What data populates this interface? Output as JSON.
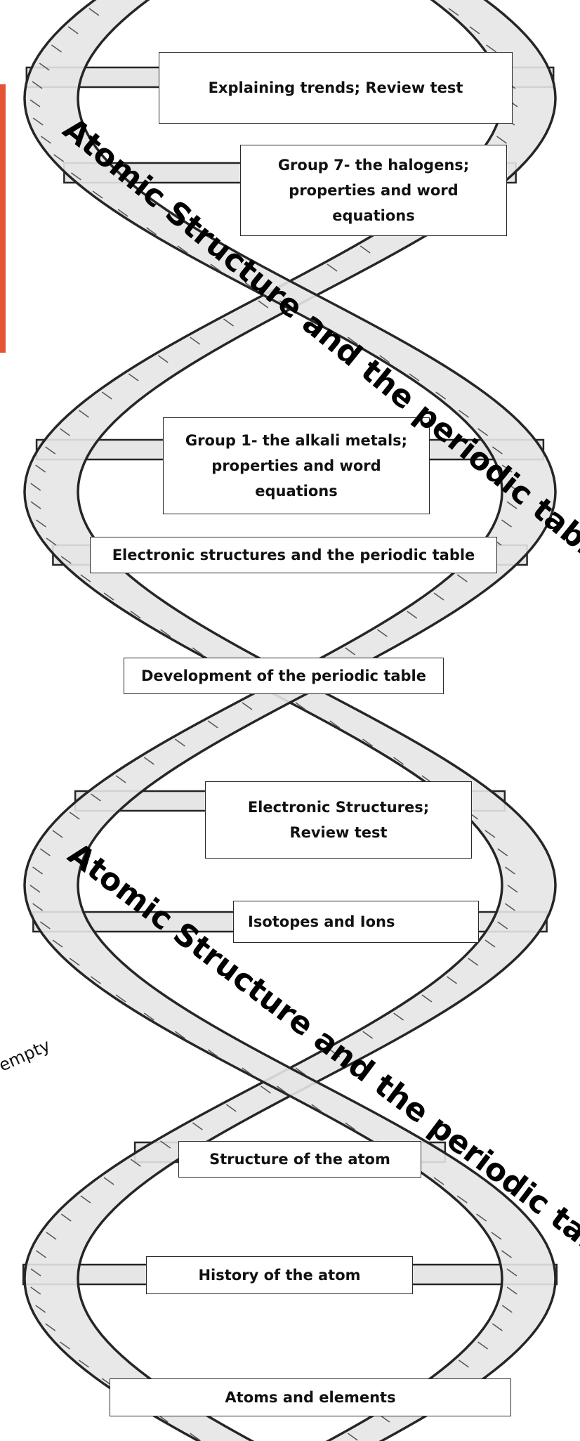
{
  "topics": [
    {
      "label": "Explaining trends; Review test"
    },
    {
      "label": "Group 7- the halogens; properties and  word equations"
    },
    {
      "label": "Group 1- the alkali metals; properties and word equations"
    },
    {
      "label": "Electronic structures and the periodic table"
    },
    {
      "label": "Development of the periodic table"
    },
    {
      "label": "Electronic Structures; Review test"
    },
    {
      "label": "Isotopes and Ions"
    },
    {
      "label": "Structure of the atom"
    },
    {
      "label": "History of the atom"
    },
    {
      "label": "Atoms and elements"
    }
  ],
  "banners": {
    "upper": "Atomic Structure and the periodic table",
    "lower": "Atomic Structure and the periodic table"
  },
  "stray_text": "empty",
  "colors": {
    "strand_fill": "#e6e6e6",
    "strand_outline": "#262626",
    "side_tab": "#e55234"
  }
}
